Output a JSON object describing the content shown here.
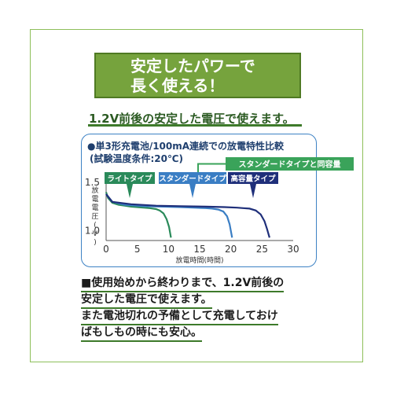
{
  "banner": {
    "line1": "安定したパワーで",
    "line2": "長く使える！"
  },
  "headline": "1.2V前後の安定した電圧で使えます。",
  "chart_data": {
    "type": "line",
    "title": "●単3形充電池/100mA連続での放電特性比較",
    "subtitle": "(試験温度条件:20℃)",
    "xlabel": "放電時間(時間)",
    "ylabel": "放電電圧(V)",
    "xlim": [
      0,
      30
    ],
    "ylim": [
      0.9,
      1.55
    ],
    "xticks": [
      "0",
      "5",
      "10",
      "15",
      "20",
      "25",
      "30"
    ],
    "yticks": [
      "1.5",
      "1.0"
    ],
    "callout": "スタンダードタイプと同容量",
    "series": [
      {
        "name": "ライトタイプ",
        "color": "#2a8a5a",
        "x": [
          0,
          0.3,
          1,
          2,
          3,
          4,
          5,
          6,
          7,
          8,
          8.6,
          9.2,
          9.7,
          10.1,
          10.4
        ],
        "y": [
          1.4,
          1.34,
          1.29,
          1.27,
          1.26,
          1.25,
          1.245,
          1.24,
          1.235,
          1.225,
          1.21,
          1.18,
          1.12,
          1.04,
          0.93
        ]
      },
      {
        "name": "スタンダードタイプ",
        "color": "#3a7ec4",
        "x": [
          0,
          1,
          3,
          6,
          9,
          12,
          14,
          16,
          17,
          18,
          18.8,
          19.4,
          19.8,
          20.2
        ],
        "y": [
          1.38,
          1.3,
          1.27,
          1.255,
          1.25,
          1.245,
          1.24,
          1.235,
          1.23,
          1.22,
          1.2,
          1.15,
          1.07,
          0.93
        ]
      },
      {
        "name": "高容量タイプ",
        "color": "#1f2f7a",
        "x": [
          0,
          1,
          4,
          8,
          12,
          16,
          19,
          21,
          22,
          23,
          24,
          24.8,
          25.4,
          25.8,
          26.2
        ],
        "y": [
          1.38,
          1.3,
          1.275,
          1.26,
          1.255,
          1.25,
          1.245,
          1.24,
          1.235,
          1.23,
          1.21,
          1.17,
          1.1,
          1.02,
          0.93
        ]
      }
    ]
  },
  "bottom": {
    "line1": "■使用始めから終わりまで、1.2V前後の",
    "line2": "安定した電圧で使えます。",
    "line3": "また電池切れの予備として充電しておけ",
    "line4": "ばもしもの時にも安心。"
  }
}
